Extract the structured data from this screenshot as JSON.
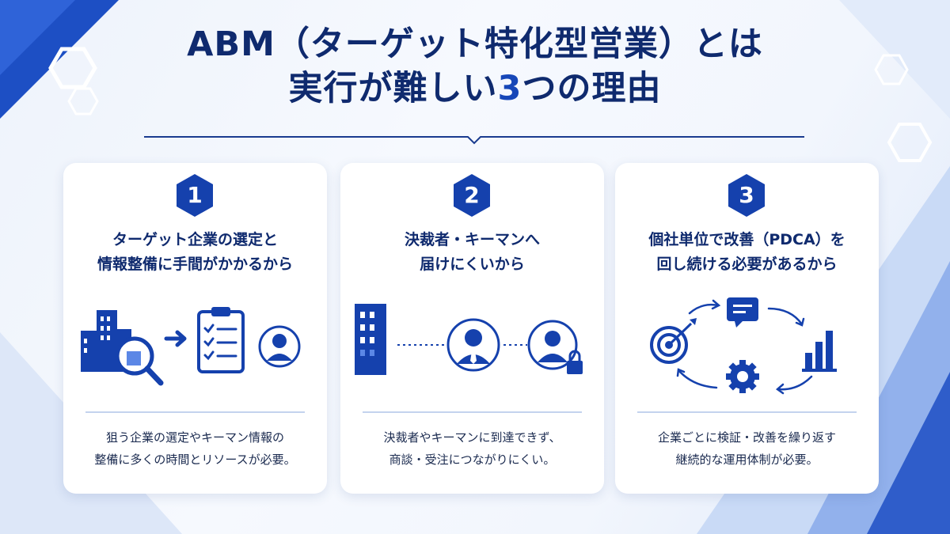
{
  "title": {
    "line1": "ABM（ターゲット特化型営業）とは",
    "line2_pre": "実行が難しい",
    "line2_num": "3",
    "line2_post": "つの理由"
  },
  "colors": {
    "navy": "#0f2a6e",
    "accent": "#1747b8",
    "card_bg": "#ffffff"
  },
  "cards": [
    {
      "number": "1",
      "title_line1": "ターゲット企業の選定と",
      "title_line2": "情報整備に手間がかかるから",
      "desc_line1": "狙う企業の選定やキーマン情報の",
      "desc_line2": "整備に多くの時間とリソースが必要。",
      "icons": [
        "building-icon",
        "magnifier-icon",
        "arrow-right-icon",
        "clipboard-checklist-icon",
        "person-icon"
      ]
    },
    {
      "number": "2",
      "title_line1": "決裁者・キーマンへ",
      "title_line2": "届けにくいから",
      "desc_line1": "決裁者やキーマンに到達できず、",
      "desc_line2": "商談・受注につながりにくい。",
      "icons": [
        "building-icon",
        "businessman-icon",
        "person-lock-icon"
      ]
    },
    {
      "number": "3",
      "title_line1": "個社単位で改善（PDCA）を",
      "title_line2": "回し続ける必要があるから",
      "desc_line1": "企業ごとに検証・改善を繰り返す",
      "desc_line2": "継続的な運用体制が必要。",
      "icons": [
        "target-icon",
        "chat-icon",
        "bar-chart-icon",
        "gear-icon",
        "cycle-arrows-icon"
      ]
    }
  ]
}
